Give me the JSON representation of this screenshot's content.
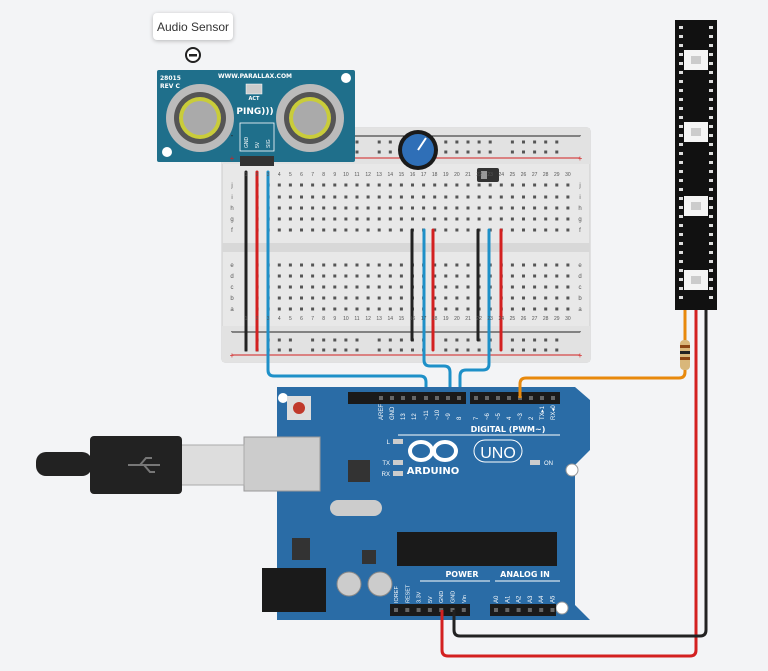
{
  "tooltip": {
    "label": "Audio Sensor"
  },
  "sensor": {
    "model": "28015",
    "rev": "REV C",
    "url": "WWW.PARALLAX.COM",
    "act": "ACT",
    "brand": "PING)))",
    "pins": [
      "GND",
      "5V",
      "SIG"
    ]
  },
  "breadboard": {
    "columns": 30,
    "row_letters_top": [
      "j",
      "i",
      "h",
      "g",
      "f"
    ],
    "row_letters_bottom": [
      "e",
      "d",
      "c",
      "b",
      "a"
    ]
  },
  "arduino": {
    "brand": "ARDUINO",
    "model": "UNO",
    "digital_label": "DIGITAL (PWM~)",
    "digital_pins": [
      "AREF",
      "GND",
      "13",
      "12",
      "~11",
      "~10",
      "~9",
      "8",
      "7",
      "~6",
      "~5",
      "4",
      "~3",
      "2",
      "TX▸1",
      "RX◂0"
    ],
    "leds": [
      "L",
      "TX",
      "RX",
      "ON"
    ],
    "power_label": "POWER",
    "power_pins": [
      "IOREF",
      "RESET",
      "3.3V",
      "5V",
      "GND",
      "GND",
      "Vin"
    ],
    "analog_label": "ANALOG IN",
    "analog_pins": [
      "A0",
      "A1",
      "A2",
      "A3",
      "A4",
      "A5"
    ]
  },
  "colors": {
    "pcb": "#1f6f8b",
    "arduino": "#2a6ca6",
    "wire_blue": "#1e90c8",
    "wire_red": "#d32020",
    "wire_black": "#222222",
    "wire_orange": "#e8890c"
  }
}
